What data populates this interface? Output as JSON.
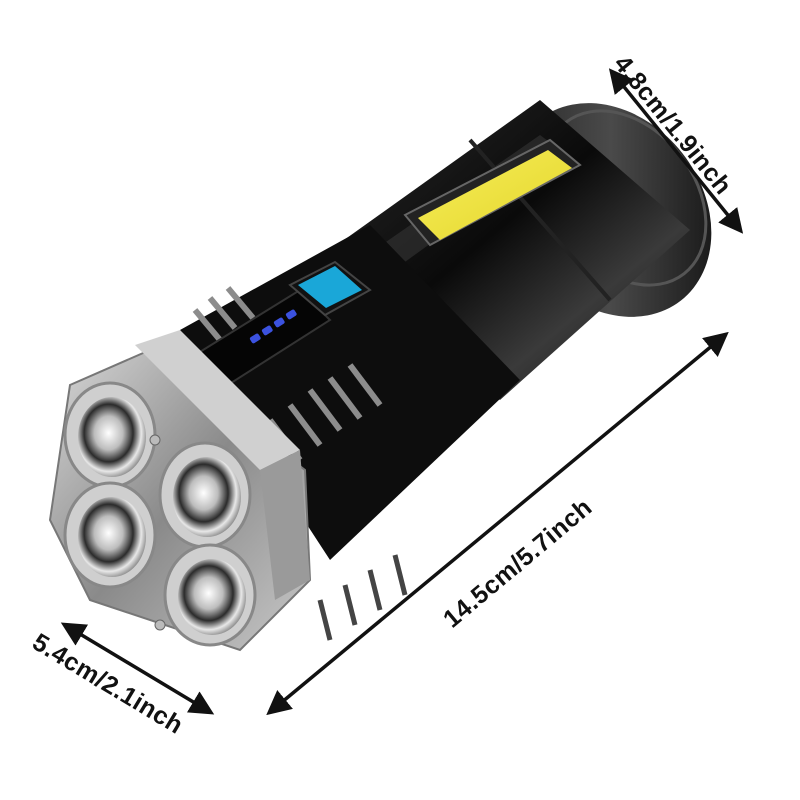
{
  "product": {
    "name": "flashlight",
    "features": [
      "4 LED lenses",
      "COB side light",
      "battery indicator",
      "power button"
    ],
    "colors": {
      "body": "#0d0d0d",
      "head_bezel": "#a9a9a9",
      "cob_light": "#f2e63a",
      "button": "#1aa7d8",
      "battery_led": "#3b52e0"
    },
    "battery_indicator_bars": 4,
    "lens_count": 4
  },
  "dimensions": {
    "diameter_tail": "4.8cm/1.9inch",
    "length": "14.5cm/5.7inch",
    "head_width": "5.4cm/2.1inch"
  }
}
